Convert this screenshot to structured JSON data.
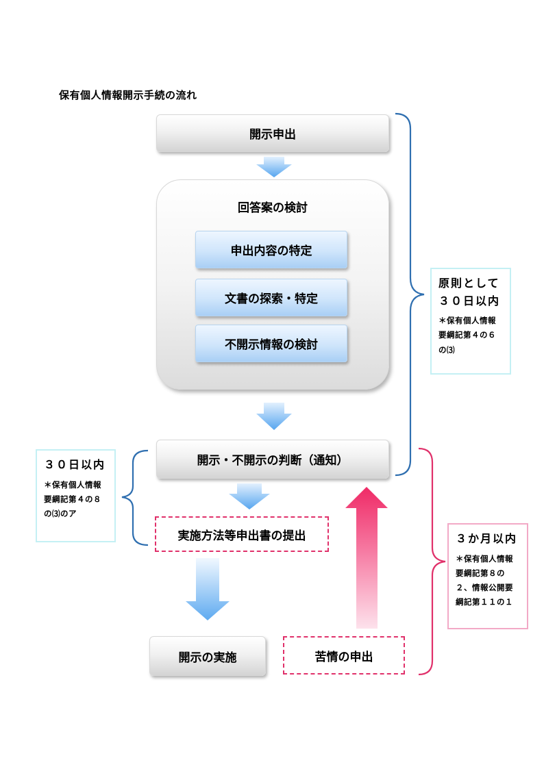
{
  "title": "保有個人情報開示手続の流れ",
  "steps": {
    "request": "開示申出",
    "review_title": "回答案の検討",
    "review_items": [
      "申出内容の特定",
      "文書の探索・特定",
      "不開示情報の検討"
    ],
    "decision": "開示・不開示の判断（通知）",
    "method_submit": "実施方法等申出書の提出",
    "implementation": "開示の実施",
    "complaint": "苦情の申出"
  },
  "notes": {
    "right_top": {
      "head": [
        "原則として",
        "３０日以内"
      ],
      "body": [
        "＊保有個人情報",
        "要綱記第４の６",
        "の⑶"
      ]
    },
    "left": {
      "head": [
        "３０日以内"
      ],
      "body": [
        "＊保有個人情報",
        "要綱記第４の８",
        "の⑶のア"
      ]
    },
    "right_bottom": {
      "head": [
        "３か月以内"
      ],
      "body": [
        "＊保有個人情報",
        "要綱記第８の",
        "２、情報公開要",
        "綱記第１１の１"
      ]
    }
  },
  "colors": {
    "blue_arrow": "#5aa8f0",
    "pink_arrow": "#f0306e",
    "bracket_blue": "#2f6fb0",
    "bracket_pink": "#e0306a",
    "dash_pink": "#e0306a"
  }
}
